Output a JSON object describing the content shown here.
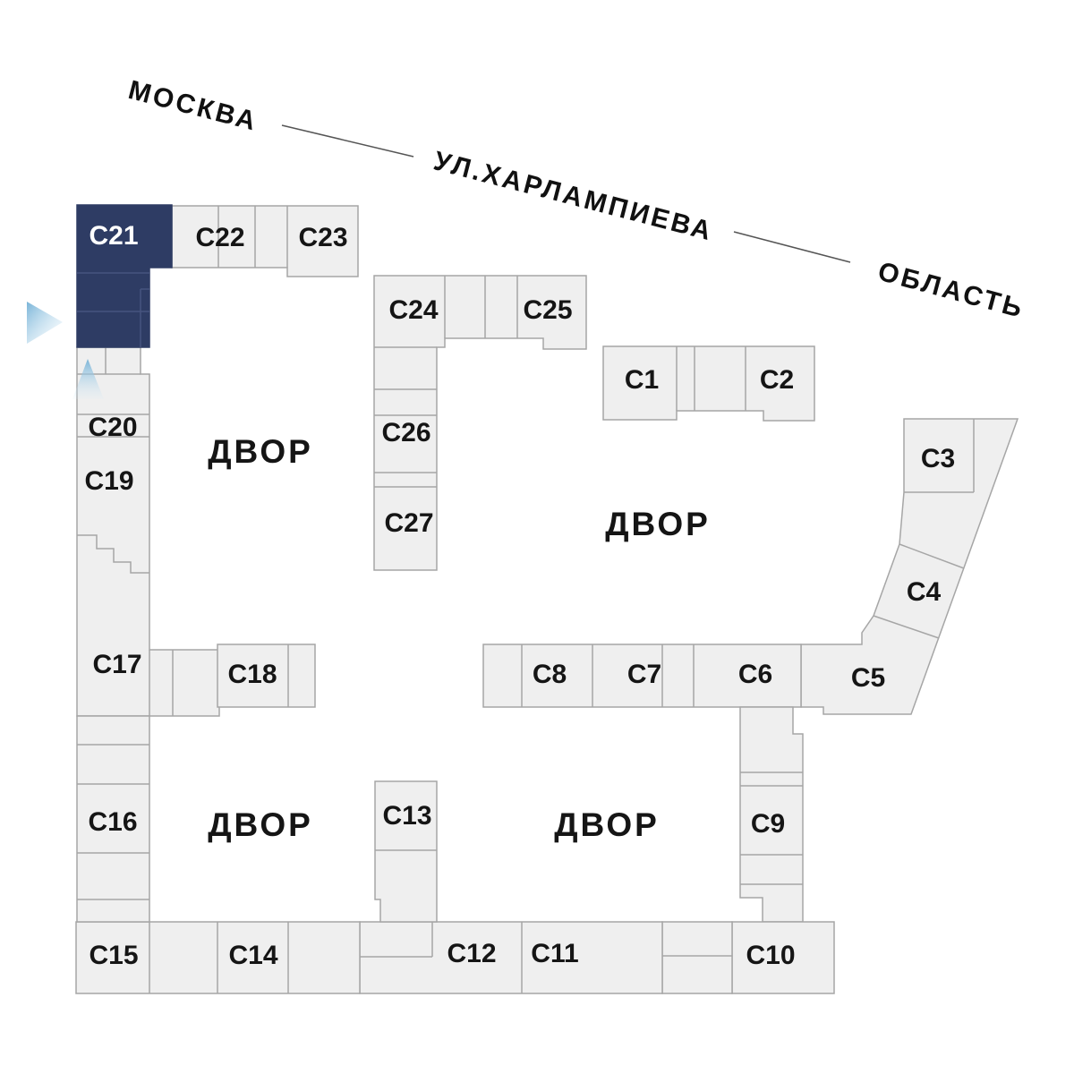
{
  "plan": {
    "selected_building": "С21",
    "street": {
      "city": "МОСКВА",
      "name": "УЛ.ХАРЛАМПИЕВА",
      "region": "ОБЛАСТЬ"
    },
    "courtyards": [
      "ДВОР",
      "ДВОР",
      "ДВОР",
      "ДВОР"
    ],
    "buildings": [
      {
        "id": "c1",
        "label": "С1",
        "selected": false
      },
      {
        "id": "c2",
        "label": "С2",
        "selected": false
      },
      {
        "id": "c3",
        "label": "С3",
        "selected": false
      },
      {
        "id": "c4",
        "label": "С4",
        "selected": false
      },
      {
        "id": "c5",
        "label": "С5",
        "selected": false
      },
      {
        "id": "c6",
        "label": "С6",
        "selected": false
      },
      {
        "id": "c7",
        "label": "С7",
        "selected": false
      },
      {
        "id": "c8",
        "label": "С8",
        "selected": false
      },
      {
        "id": "c9",
        "label": "С9",
        "selected": false
      },
      {
        "id": "c10",
        "label": "С10",
        "selected": false
      },
      {
        "id": "c11",
        "label": "С11",
        "selected": false
      },
      {
        "id": "c12",
        "label": "С12",
        "selected": false
      },
      {
        "id": "c13",
        "label": "С13",
        "selected": false
      },
      {
        "id": "c14",
        "label": "С14",
        "selected": false
      },
      {
        "id": "c15",
        "label": "С15",
        "selected": false
      },
      {
        "id": "c16",
        "label": "С16",
        "selected": false
      },
      {
        "id": "c17",
        "label": "С17",
        "selected": false
      },
      {
        "id": "c18",
        "label": "С18",
        "selected": false
      },
      {
        "id": "c19",
        "label": "С19",
        "selected": false
      },
      {
        "id": "c20",
        "label": "С20",
        "selected": false
      },
      {
        "id": "c21",
        "label": "С21",
        "selected": true
      },
      {
        "id": "c22",
        "label": "С22",
        "selected": false
      },
      {
        "id": "c23",
        "label": "С23",
        "selected": false
      },
      {
        "id": "c24",
        "label": "С24",
        "selected": false
      },
      {
        "id": "c25",
        "label": "С25",
        "selected": false
      },
      {
        "id": "c26",
        "label": "С26",
        "selected": false
      },
      {
        "id": "c27",
        "label": "С27",
        "selected": false
      }
    ],
    "colors": {
      "background": "#ffffff",
      "building_fill": "#efefef",
      "building_stroke": "#a6a6a6",
      "selected_fill": "#2e3c64",
      "selected_label": "#ffffff",
      "label_text": "#151515",
      "arrow_blue": "#72b0d6"
    }
  }
}
